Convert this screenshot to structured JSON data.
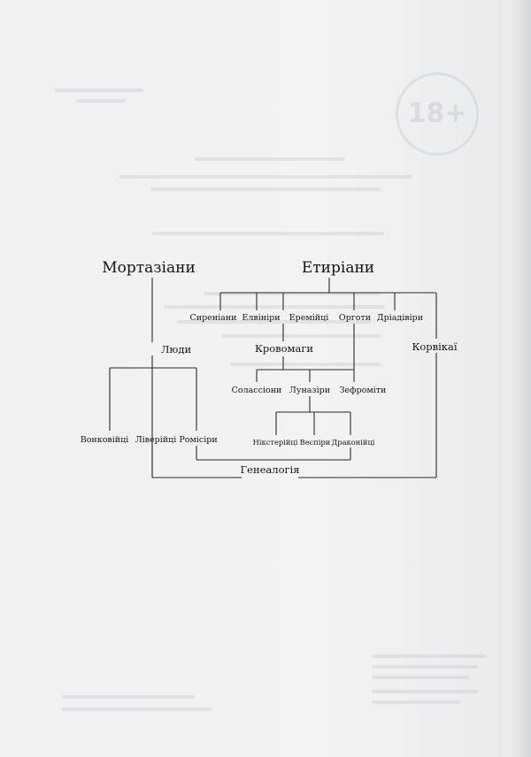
{
  "tree": {
    "mortaziany": "Мортазіани",
    "etyriany": "Етиріани",
    "liudy": "Люди",
    "syreniany": "Сиреніани",
    "elviniry": "Елвініри",
    "eremiytsi": "Еремійці",
    "orhoty": "Орготи",
    "driadiviry": "Дріадівіри",
    "krovomahy": "Кровомаги",
    "korvikai": "Корвікаї",
    "solassiony": "Солассіони",
    "lunaziry": "Луназіри",
    "zefromity": "Зефроміти",
    "vonkoviytsi": "Вонковійці",
    "liveriytsi": "Ліверійці",
    "romisiry": "Ромісіри",
    "nikstериytsi": "Нікстерійці",
    "vespiry": "Веспіри",
    "drakoniytsi": "Драконійці",
    "henealohiia": "Генеалогія"
  },
  "badge": "18+"
}
